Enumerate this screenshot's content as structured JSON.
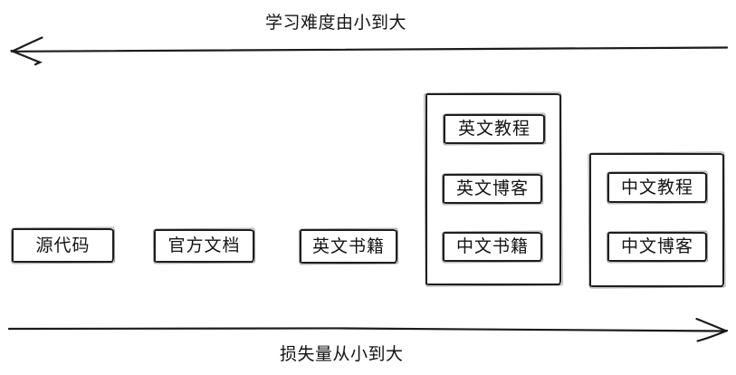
{
  "axes": {
    "top": {
      "label": "学习难度由小到大",
      "arrow_direction": "left"
    },
    "bottom": {
      "label": "损失量从小到大",
      "arrow_direction": "right"
    }
  },
  "standalone_boxes": [
    {
      "id": "source-code",
      "label": "源代码"
    },
    {
      "id": "official-docs",
      "label": "官方文档"
    },
    {
      "id": "english-books",
      "label": "英文书籍"
    }
  ],
  "groups": [
    {
      "id": "group-1",
      "items": [
        {
          "id": "english-tutorials",
          "label": "英文教程"
        },
        {
          "id": "english-blogs",
          "label": "英文博客"
        },
        {
          "id": "chinese-books",
          "label": "中文书籍"
        }
      ]
    },
    {
      "id": "group-2",
      "items": [
        {
          "id": "chinese-tutorials",
          "label": "中文教程"
        },
        {
          "id": "chinese-blogs",
          "label": "中文博客"
        }
      ]
    }
  ],
  "colors": {
    "stroke": "#1b1b1b",
    "background": "#ffffff"
  }
}
